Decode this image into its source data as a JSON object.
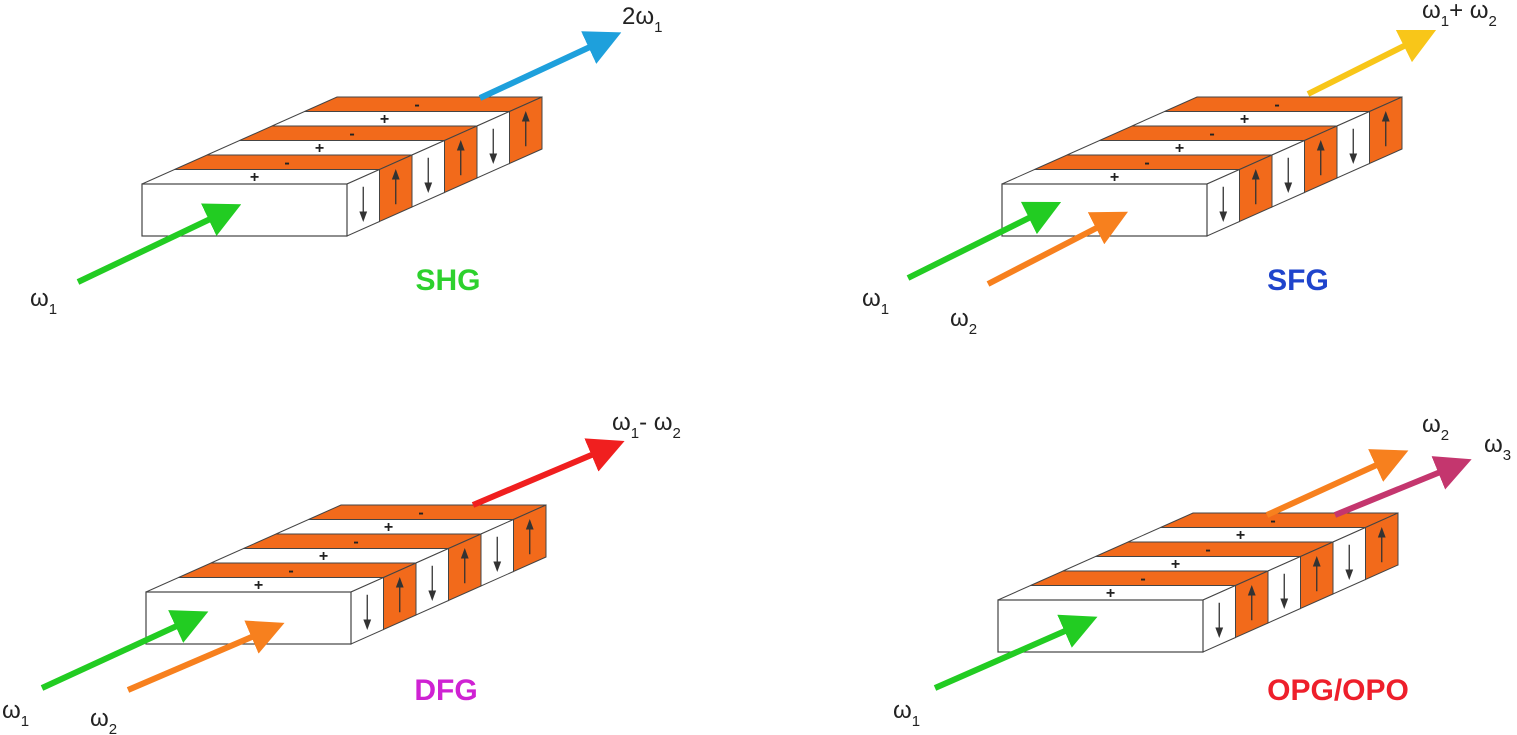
{
  "colors": {
    "orange_domain": "#f26a1b",
    "white_domain": "#ffffff",
    "outline": "#444444",
    "green_beam": "#22cc22",
    "orange_beam": "#f7801e",
    "blue_beam": "#1ea0dc",
    "yellow_beam": "#f8c619",
    "red_beam": "#f01f1f",
    "magenta_beam": "#c4366e",
    "shg_label": "#2dd12d",
    "sfg_label": "#1f44cc",
    "dfg_label": "#cf22d3",
    "opg_label": "#ee1f2b"
  },
  "panels": [
    {
      "id": "shg",
      "label": "SHG",
      "label_color": "#2dd12d",
      "inputs": [
        {
          "base": "ω",
          "sub": "1",
          "color": "#22cc22"
        }
      ],
      "outputs": [
        {
          "prefix": "2",
          "base": "ω",
          "sub": "1",
          "color": "#1ea0dc"
        }
      ],
      "signs": [
        "+",
        "-"
      ]
    },
    {
      "id": "sfg",
      "label": "SFG",
      "label_color": "#1f44cc",
      "inputs": [
        {
          "base": "ω",
          "sub": "1",
          "color": "#22cc22"
        },
        {
          "base": "ω",
          "sub": "2",
          "color": "#f7801e"
        }
      ],
      "outputs": [
        {
          "base": "ω",
          "sub": "1",
          "op": "+",
          "base2": "ω",
          "sub2": "2",
          "color": "#f8c619"
        }
      ],
      "signs": [
        "+",
        "-"
      ]
    },
    {
      "id": "dfg",
      "label": "DFG",
      "label_color": "#cf22d3",
      "inputs": [
        {
          "base": "ω",
          "sub": "1",
          "color": "#22cc22"
        },
        {
          "base": "ω",
          "sub": "2",
          "color": "#f7801e"
        }
      ],
      "outputs": [
        {
          "base": "ω",
          "sub": "1",
          "op": "-",
          "base2": "ω",
          "sub2": "2",
          "color": "#f01f1f"
        }
      ],
      "signs": [
        "+",
        "-"
      ]
    },
    {
      "id": "opg",
      "label": "OPG/OPO",
      "label_color": "#ee1f2b",
      "inputs": [
        {
          "base": "ω",
          "sub": "1",
          "color": "#22cc22"
        }
      ],
      "outputs": [
        {
          "base": "ω",
          "sub": "2",
          "color": "#f7801e"
        },
        {
          "base": "ω",
          "sub": "3",
          "color": "#c4366e"
        }
      ],
      "signs": [
        "+",
        "-"
      ]
    }
  ]
}
